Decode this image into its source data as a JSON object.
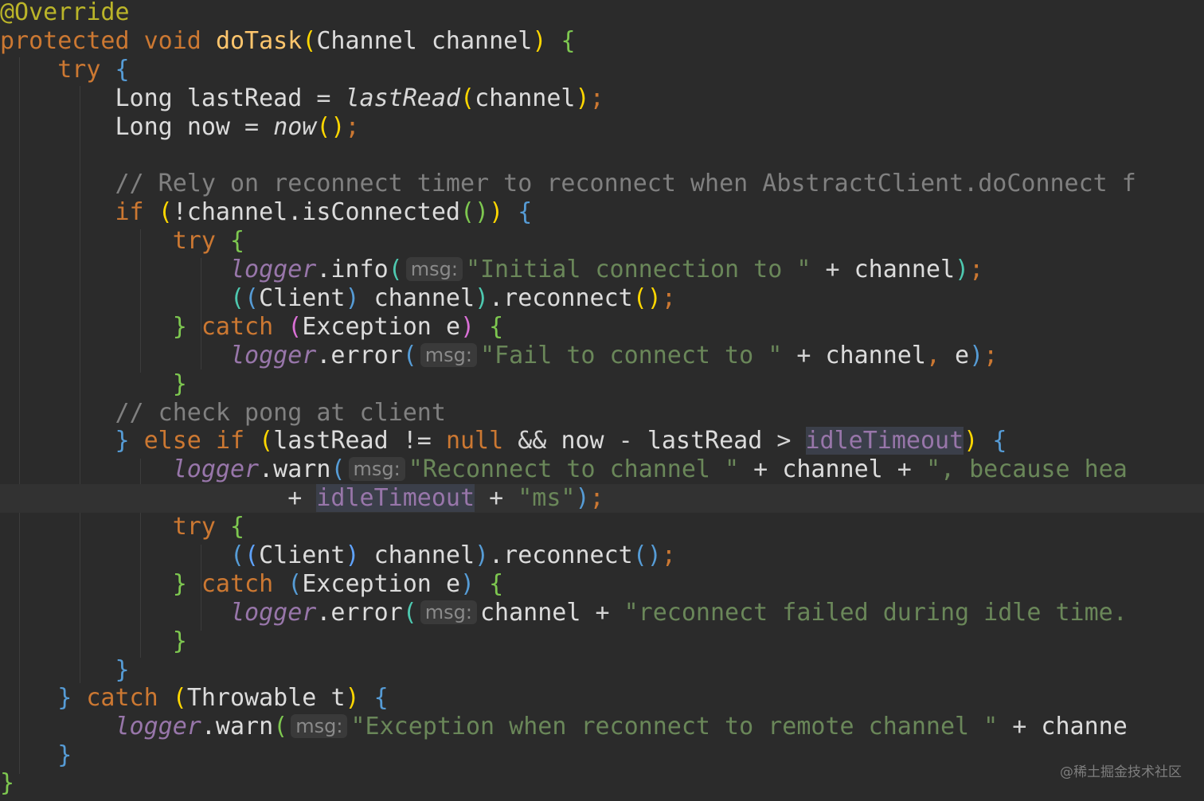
{
  "code": {
    "annotation": "@Override",
    "kw_protected": "protected",
    "kw_void": "void",
    "method_name": "doTask",
    "param_type": "Channel",
    "param_name": "channel",
    "kw_try": "try",
    "kw_if": "if",
    "kw_else": "else",
    "kw_catch": "catch",
    "kw_null": "null",
    "type_long": "Long",
    "type_client": "Client",
    "type_exception": "Exception",
    "type_throwable": "Throwable",
    "var_lastRead": "lastRead",
    "var_now": "now",
    "fn_lastRead": "lastRead",
    "fn_now": "now",
    "field_logger": "logger",
    "field_idleTimeout": "idleTimeout",
    "var_e": "e",
    "var_t": "t",
    "comment_1": "// Rely on reconnect timer to reconnect when AbstractClient.doConnect f",
    "comment_2": "// check pong at client",
    "cond_isConnected": "!channel.isConnected",
    "call_info": ".info",
    "call_error": ".error",
    "call_warn": ".warn",
    "call_reconnect": ".reconnect",
    "hint_msg": "msg:",
    "str_initial": "\"Initial connection to \"",
    "str_fail": "\"Fail to connect to \"",
    "str_reconnect_to": "\"Reconnect to channel \"",
    "str_because": "\", because hea",
    "str_ms": "\"ms\"",
    "str_reconnect_failed": "\"reconnect failed during idle time.",
    "str_exception_when": "\"Exception when reconnect to remote channel \"",
    "tail_channe": "channe"
  },
  "watermark": "@稀土掘金技术社区"
}
